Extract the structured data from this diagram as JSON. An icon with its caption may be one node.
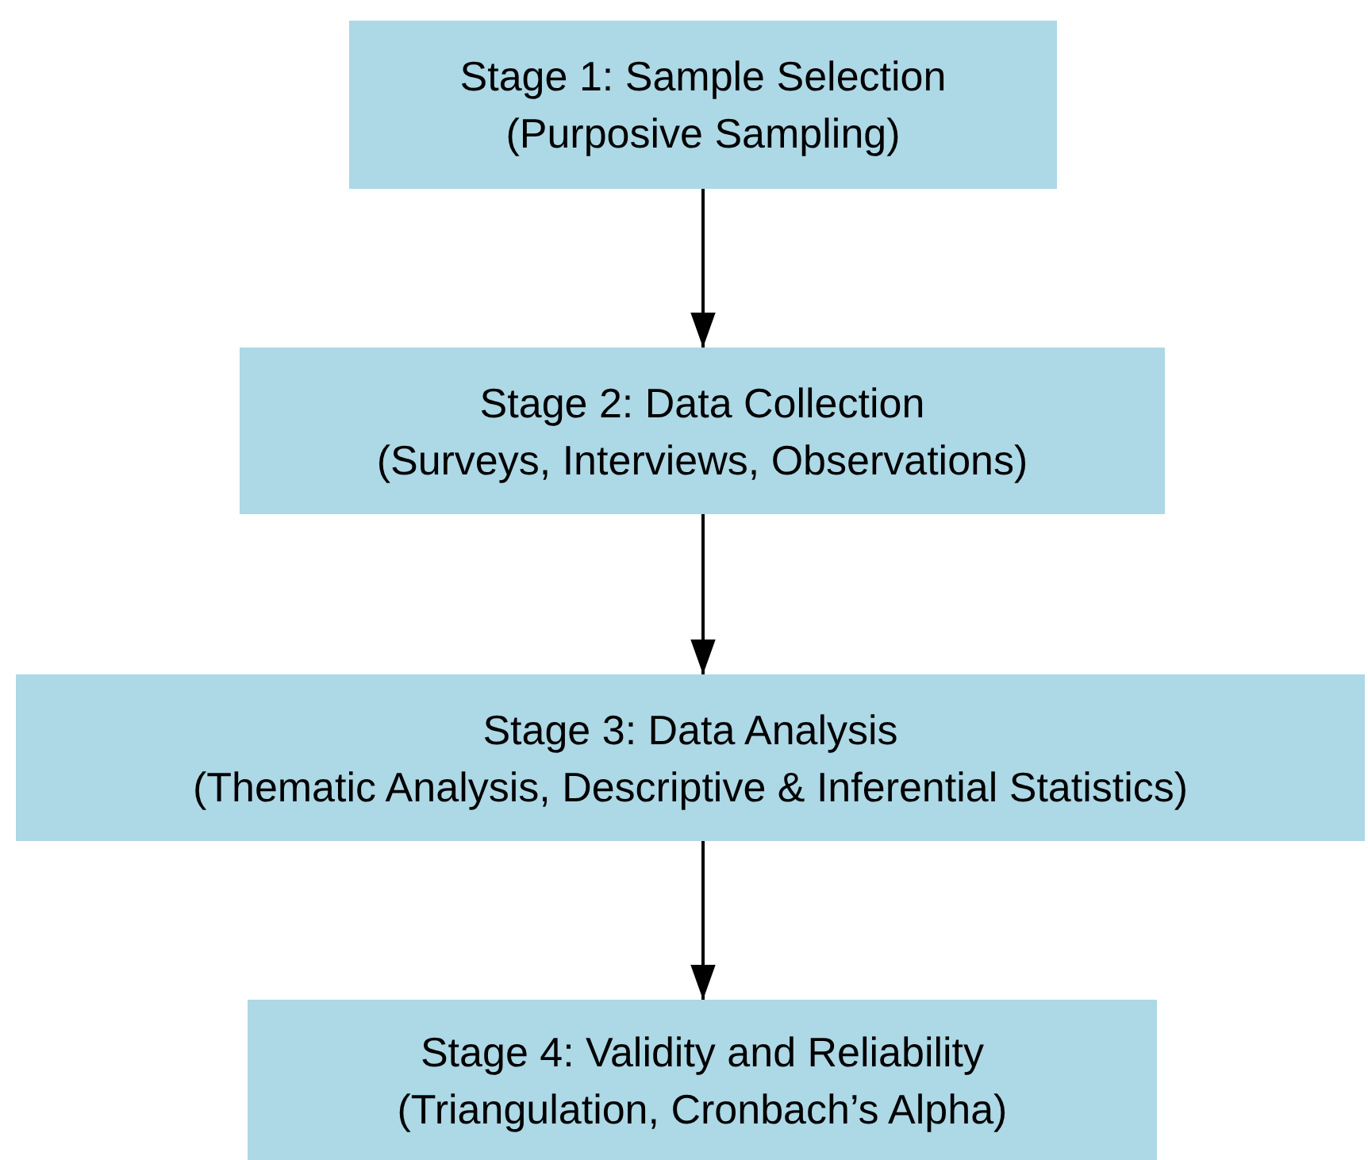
{
  "diagram": {
    "nodes": [
      {
        "text": [
          "Stage 1: Sample Selection",
          "(Purposive Sampling)"
        ]
      },
      {
        "text": [
          "Stage 2: Data Collection",
          "(Surveys, Interviews, Observations)"
        ]
      },
      {
        "text": [
          "Stage 3: Data Analysis",
          "(Thematic Analysis, Descriptive & Inferential Statistics)"
        ]
      },
      {
        "text": [
          "Stage 4: Validity and Reliability",
          "(Triangulation, Cronbach’s Alpha)"
        ]
      }
    ],
    "edges": [
      {
        "from": 0,
        "to": 1,
        "arrow": "to"
      },
      {
        "from": 1,
        "to": 2,
        "arrow": "to"
      },
      {
        "from": 2,
        "to": 3,
        "arrow": "to"
      }
    ]
  }
}
